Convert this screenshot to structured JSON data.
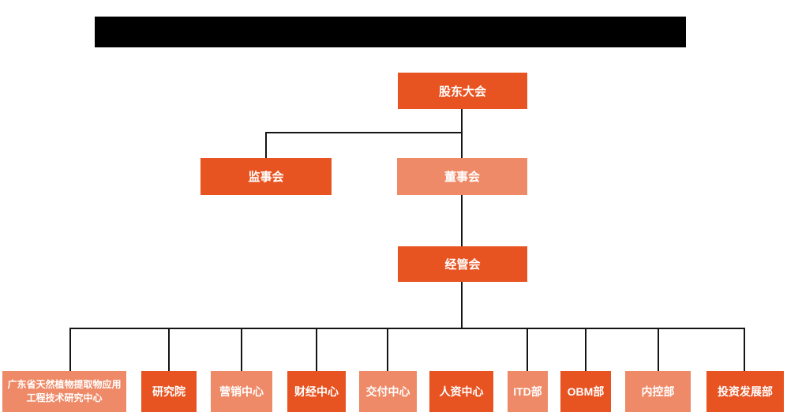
{
  "page": {
    "background_color": "#ffffff",
    "redacted_title_bar": {
      "description": "solid black bar, no readable text",
      "color": "#000000"
    }
  },
  "colors": {
    "node_dark": "#e75321",
    "node_light": "#ee8a67",
    "connector_line": "#141414",
    "node_text": "#ffffff"
  },
  "org_chart": {
    "level1": [
      {
        "id": "shareholders-meeting",
        "label": "股东大会",
        "variant": "dark"
      }
    ],
    "level2": [
      {
        "id": "supervisory-board",
        "label": "监事会",
        "variant": "dark"
      },
      {
        "id": "board-of-directors",
        "label": "董事会",
        "variant": "light"
      }
    ],
    "level3": [
      {
        "id": "management-committee",
        "label": "经管会",
        "variant": "dark"
      }
    ],
    "level4": [
      {
        "id": "gd-natural-plant-extract-research-center",
        "label": "广东省天然植物提取物应用工程技术研究中心",
        "variant": "light"
      },
      {
        "id": "research-institute",
        "label": "研究院",
        "variant": "dark"
      },
      {
        "id": "marketing-center",
        "label": "营销中心",
        "variant": "light"
      },
      {
        "id": "finance-center",
        "label": "财经中心",
        "variant": "dark"
      },
      {
        "id": "delivery-center",
        "label": "交付中心",
        "variant": "light"
      },
      {
        "id": "hr-center",
        "label": "人资中心",
        "variant": "dark"
      },
      {
        "id": "itd-dept",
        "label": "ITD部",
        "variant": "light"
      },
      {
        "id": "obm-dept",
        "label": "OBM部",
        "variant": "dark"
      },
      {
        "id": "internal-control-dept",
        "label": "内控部",
        "variant": "light"
      },
      {
        "id": "investment-development-dept",
        "label": "投资发展部",
        "variant": "dark"
      }
    ]
  }
}
